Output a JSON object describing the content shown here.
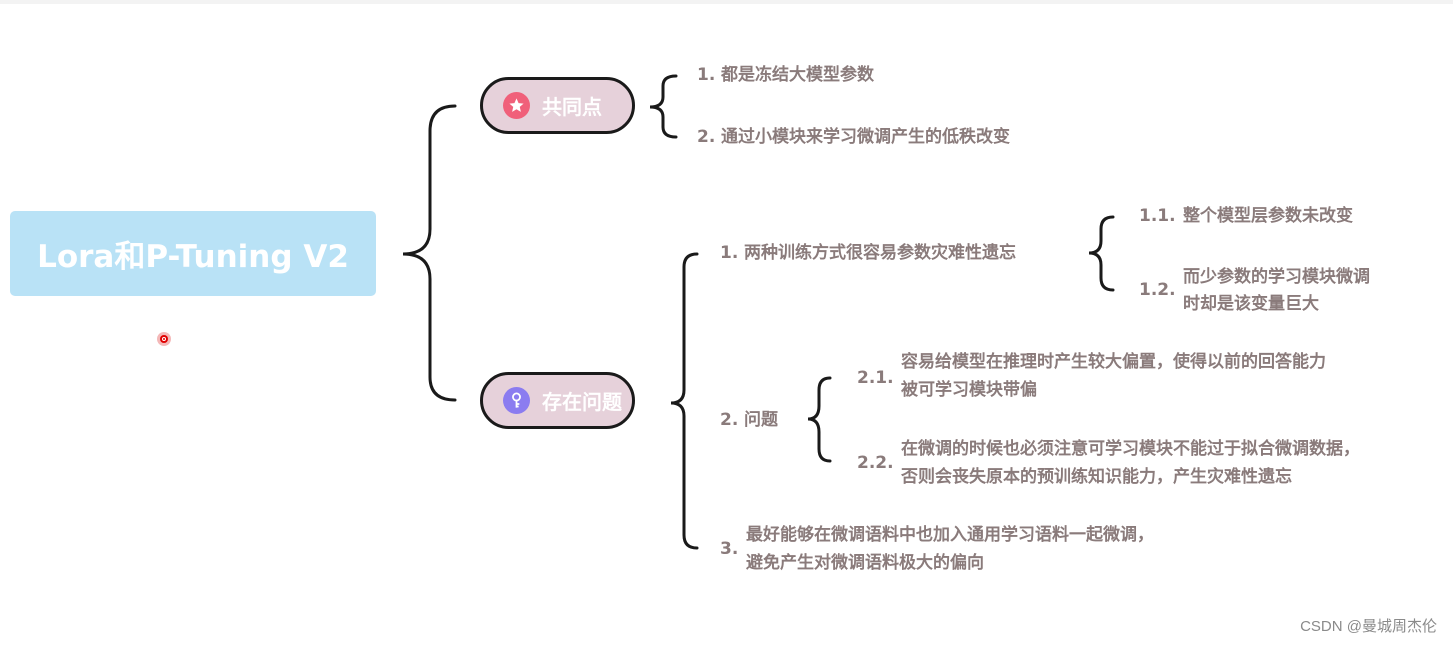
{
  "root": {
    "title": "Lora和P-Tuning V2"
  },
  "nodes": {
    "common": {
      "label": "共同点",
      "icon": "star-icon",
      "icon_color": "#f0607a",
      "items": [
        {
          "num": "1.",
          "text": "都是冻结大模型参数"
        },
        {
          "num": "2.",
          "text": "通过小模块来学习微调产生的低秩改变"
        }
      ]
    },
    "issues": {
      "label": "存在问题",
      "icon": "key-icon",
      "icon_color": "#8b7cf0",
      "items": [
        {
          "num": "1.",
          "text": "两种训练方式很容易参数灾难性遗忘",
          "children": [
            {
              "num": "1.1.",
              "lines": [
                "整个模型层参数未改变"
              ]
            },
            {
              "num": "1.2.",
              "lines": [
                "而少参数的学习模块微调",
                "时却是该变量巨大"
              ]
            }
          ]
        },
        {
          "num": "2.",
          "text": "问题",
          "children": [
            {
              "num": "2.1.",
              "lines": [
                "容易给模型在推理时产生较大偏置，使得以前的回答能力",
                "被可学习模块带偏"
              ]
            },
            {
              "num": "2.2.",
              "lines": [
                "在微调的时候也必须注意可学习模块不能过于拟合微调数据，",
                "否则会丧失原本的预训练知识能力，产生灾难性遗忘"
              ]
            }
          ]
        },
        {
          "num": "3.",
          "lines": [
            "最好能够在微调语料中也加入通用学习语料一起微调，",
            "避免产生对微调语料极大的偏向"
          ]
        }
      ]
    }
  },
  "watermark": "CSDN @曼城周杰伦",
  "colors": {
    "root_bg": "#b9e2f6",
    "pill_bg": "#e6d1da",
    "text": "#8a7b7b",
    "line": "#1a1a1a"
  }
}
